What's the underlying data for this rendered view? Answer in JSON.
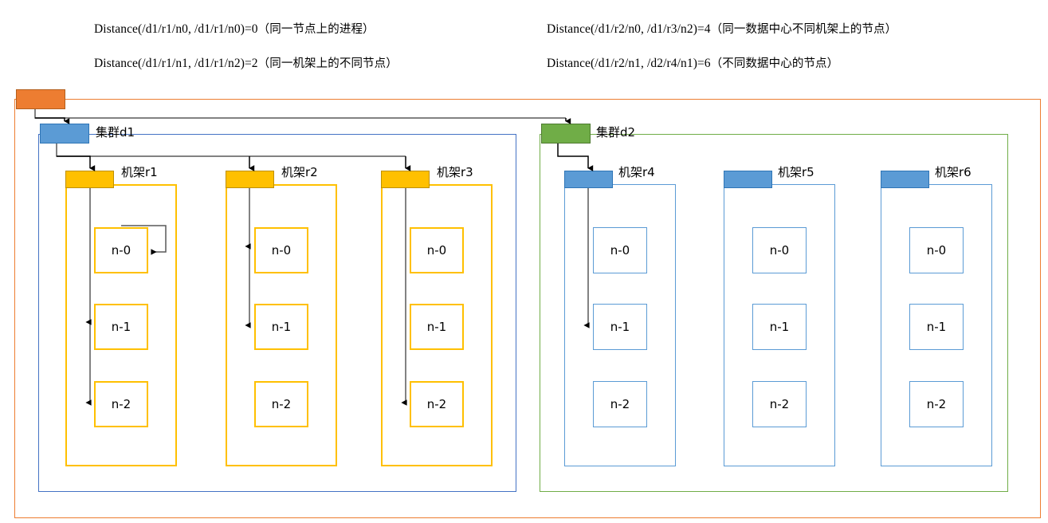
{
  "captions": [
    {
      "id": "distance-same-node",
      "formula": "Distance(/d1/r1/n0, /d1/r1/n0)=0",
      "note": "（同一节点上的进程）"
    },
    {
      "id": "distance-same-rack",
      "formula": "Distance(/d1/r1/n1, /d1/r1/n2)=2",
      "note": "（同一机架上的不同节点）"
    },
    {
      "id": "distance-same-dc",
      "formula": "Distance(/d1/r2/n0, /d1/r3/n2)=4",
      "note": "（同一数据中心不同机架上的节点）"
    },
    {
      "id": "distance-diff-dc",
      "formula": "Distance(/d1/r2/n1, /d2/r4/n1)=6",
      "note": "（不同数据中心的节点）"
    }
  ],
  "root": {
    "label": "",
    "color": "#ED7D31"
  },
  "clusters": [
    {
      "id": "d1",
      "label": "集群d1",
      "header_color": "#5B9BD5",
      "border_color": "#4472C4",
      "racks": [
        {
          "id": "r1",
          "label": "机架r1",
          "nodes": [
            "n-0",
            "n-1",
            "n-2"
          ]
        },
        {
          "id": "r2",
          "label": "机架r2",
          "nodes": [
            "n-0",
            "n-1",
            "n-2"
          ]
        },
        {
          "id": "r3",
          "label": "机架r3",
          "nodes": [
            "n-0",
            "n-1",
            "n-2"
          ]
        }
      ]
    },
    {
      "id": "d2",
      "label": "集群d2",
      "header_color": "#70AD47",
      "border_color": "#70AD47",
      "racks": [
        {
          "id": "r4",
          "label": "机架r4",
          "nodes": [
            "n-0",
            "n-1",
            "n-2"
          ]
        },
        {
          "id": "r5",
          "label": "机架r5",
          "nodes": [
            "n-0",
            "n-1",
            "n-2"
          ]
        },
        {
          "id": "r6",
          "label": "机架r6",
          "nodes": [
            "n-0",
            "n-1",
            "n-2"
          ]
        }
      ]
    }
  ],
  "palette": {
    "orange": "#ED7D31",
    "blue": "#5B9BD5",
    "blue_border": "#4472C4",
    "green": "#70AD47",
    "yellow": "#FFC000",
    "connector": "#595959"
  }
}
